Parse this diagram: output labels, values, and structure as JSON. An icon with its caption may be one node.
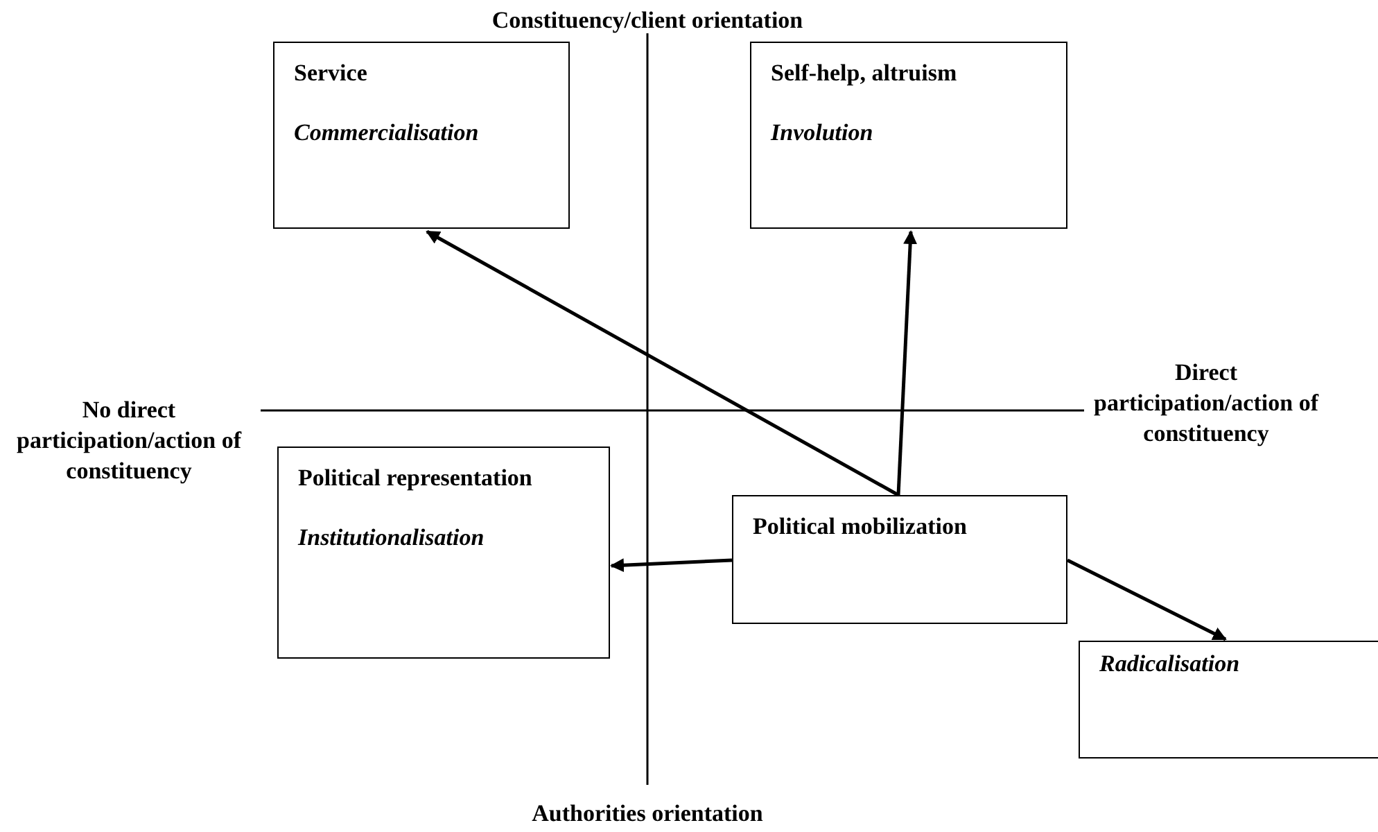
{
  "diagram": {
    "nodes": [
      {
        "text": [
          "Service",
          "Commercialisation"
        ]
      },
      {
        "text": [
          "Self-help, altruism",
          "Involution"
        ]
      },
      {
        "text": [
          "Political representation",
          "Institutionalisation"
        ]
      },
      {
        "text": [
          "Political mobilization"
        ]
      },
      {
        "text": [
          "Radicalisation"
        ]
      }
    ],
    "edges": [
      {
        "from": 3,
        "to": 0,
        "arrow": "to"
      },
      {
        "from": 3,
        "to": 1,
        "arrow": "to"
      },
      {
        "from": 3,
        "to": 2,
        "arrow": "to"
      },
      {
        "from": 3,
        "to": 4,
        "arrow": "to"
      }
    ],
    "labels": [
      "Constituency/client orientation",
      "Direct participation/action of constituency",
      "No direct participation/action of constituency",
      "Authorities orientation"
    ]
  }
}
